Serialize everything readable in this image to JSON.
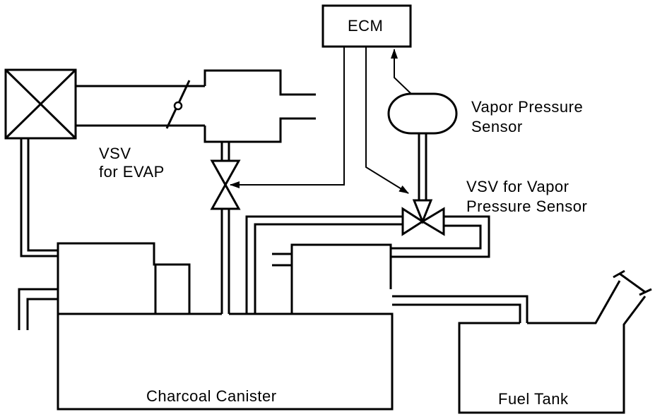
{
  "labels": {
    "ecm": "ECM",
    "vapor_pressure_sensor_line1": "Vapor Pressure",
    "vapor_pressure_sensor_line2": "Sensor",
    "vsv_evap_line1": "VSV",
    "vsv_evap_line2": "for EVAP",
    "vsv_vapor_line1": "VSV for Vapor",
    "vsv_vapor_line2": "Pressure Sensor",
    "charcoal_canister": "Charcoal Canister",
    "fuel_tank": "Fuel Tank"
  },
  "colors": {
    "line": "#000000",
    "background": "#ffffff"
  }
}
